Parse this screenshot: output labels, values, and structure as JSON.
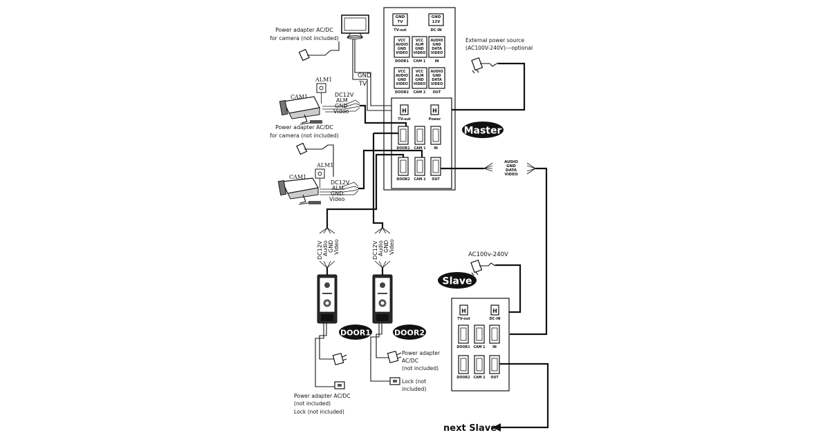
{
  "master": {
    "badge": "Master",
    "top_terminals": [
      {
        "l1": "GND",
        "l2": "TV",
        "caption": "TV-out"
      },
      {
        "l1": "GND",
        "l2": "12V",
        "caption": "DC-IN"
      }
    ],
    "row1": [
      {
        "lines": [
          "VCC",
          "AUDIO",
          "GND",
          "VIDEO"
        ],
        "caption": "DOOR1"
      },
      {
        "lines": [
          "VCC",
          "ALM",
          "GND",
          "VIDEO"
        ],
        "caption": "CAM 1"
      },
      {
        "lines": [
          "AUDIO",
          "GND",
          "DATA",
          "VIDEO"
        ],
        "caption": "IN"
      }
    ],
    "row2": [
      {
        "lines": [
          "VCC",
          "AUDIO",
          "GND",
          "VIDEO"
        ],
        "caption": "DOOR2"
      },
      {
        "lines": [
          "VCC",
          "ALM",
          "GND",
          "VIDEO"
        ],
        "caption": "CAM 2"
      },
      {
        "lines": [
          "AUDIO",
          "GND",
          "DATA",
          "VIDEO"
        ],
        "caption": "OUT"
      }
    ],
    "device": {
      "top": [
        {
          "caption": "TV-out"
        },
        {
          "caption": "Power"
        }
      ],
      "mid": [
        {
          "caption": "DOOR1"
        },
        {
          "caption": "CAM 1"
        },
        {
          "caption": "IN"
        }
      ],
      "bot": [
        {
          "caption": "DOOR2"
        },
        {
          "caption": "CAM 2"
        },
        {
          "caption": "OUT"
        }
      ]
    }
  },
  "slave": {
    "badge": "Slave",
    "top": [
      {
        "caption": "TV-out"
      },
      {
        "caption": "DC-IN"
      }
    ],
    "mid": [
      {
        "caption": "DOOR1"
      },
      {
        "caption": "CAM 1"
      },
      {
        "caption": "IN"
      }
    ],
    "bot": [
      {
        "caption": "DOOR2"
      },
      {
        "caption": "CAM 2"
      },
      {
        "caption": "OUT"
      }
    ]
  },
  "labels": {
    "external_power": [
      "External power source",
      "(AC100V-240V)---optional"
    ],
    "slave_power": "AC100v-240V",
    "tv_wires": [
      "GND",
      "TV"
    ],
    "cam_adapter": [
      "Power adapter AC/DC",
      "for camera (not included)"
    ],
    "cam_adapter2": [
      "Power adapter AC/DC",
      "for camera (not included)"
    ],
    "alm1": "ALM1",
    "alm2": "ALM1",
    "cam1": "CAM1",
    "cam2": "CAM1",
    "cam_wires": [
      "DC12V",
      "ALM",
      "GND",
      "Video"
    ],
    "door_wires": [
      "DC12V",
      "Audio",
      "GND",
      "Video"
    ],
    "out_wires": [
      "AUDIO",
      "GND",
      "DATA",
      "VIDEO"
    ],
    "door1": "DOOR1",
    "door2": "DOOR2",
    "door1_notes": [
      "Power adapter AC/DC",
      "(not included)",
      "Lock (not included)"
    ],
    "door2_adapter": [
      "Power adapter",
      "AC/DC",
      "(not included)"
    ],
    "door2_lock": [
      "Lock (not",
      "included)"
    ],
    "next_slave": "next  Slave"
  }
}
